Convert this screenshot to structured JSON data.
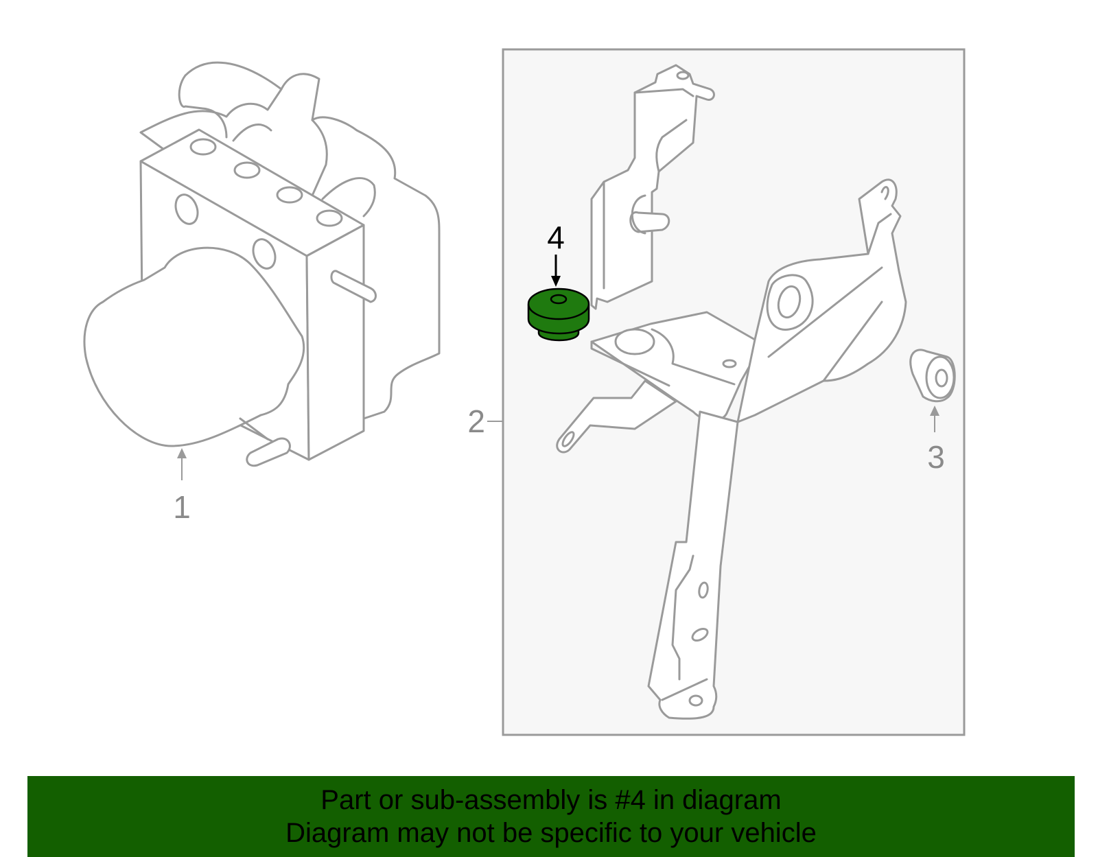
{
  "callouts": [
    {
      "id": "1",
      "label": "1"
    },
    {
      "id": "2",
      "label": "2"
    },
    {
      "id": "3",
      "label": "3"
    },
    {
      "id": "4",
      "label": "4"
    }
  ],
  "highlight": {
    "part": "4",
    "color": "#1f7a0f"
  },
  "colors": {
    "footer_bg": "#135f00",
    "panel_bg": "#f7f7f7",
    "line": "#9a9a9a"
  },
  "footer": {
    "line1": "Part or sub-assembly is #4 in diagram",
    "line2": "Diagram may not be specific to your vehicle"
  }
}
